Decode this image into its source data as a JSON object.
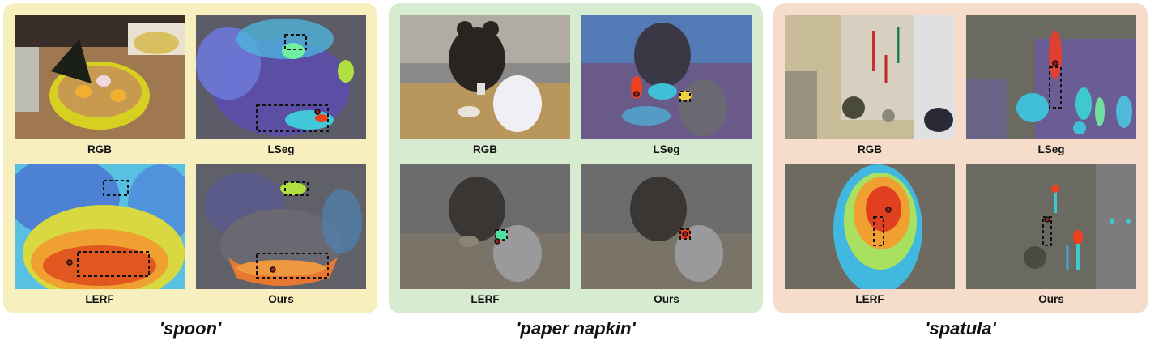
{
  "panels": [
    {
      "query": "'spoon'",
      "labels": [
        "RGB",
        "LSeg",
        "LERF",
        "Ours"
      ],
      "background": "#f7efbe"
    },
    {
      "query": "'paper napkin'",
      "labels": [
        "RGB",
        "LSeg",
        "LERF",
        "Ours"
      ],
      "background": "#d7ebd1"
    },
    {
      "query": "'spatula'",
      "labels": [
        "RGB",
        "LSeg",
        "LERF",
        "Ours"
      ],
      "background": "#f6dccb"
    }
  ],
  "colors": {
    "heat_low": "#5a3fa8",
    "heat_mid": "#3fd7d0",
    "heat_high": "#f0e040",
    "heat_peak": "#e23a1e"
  }
}
